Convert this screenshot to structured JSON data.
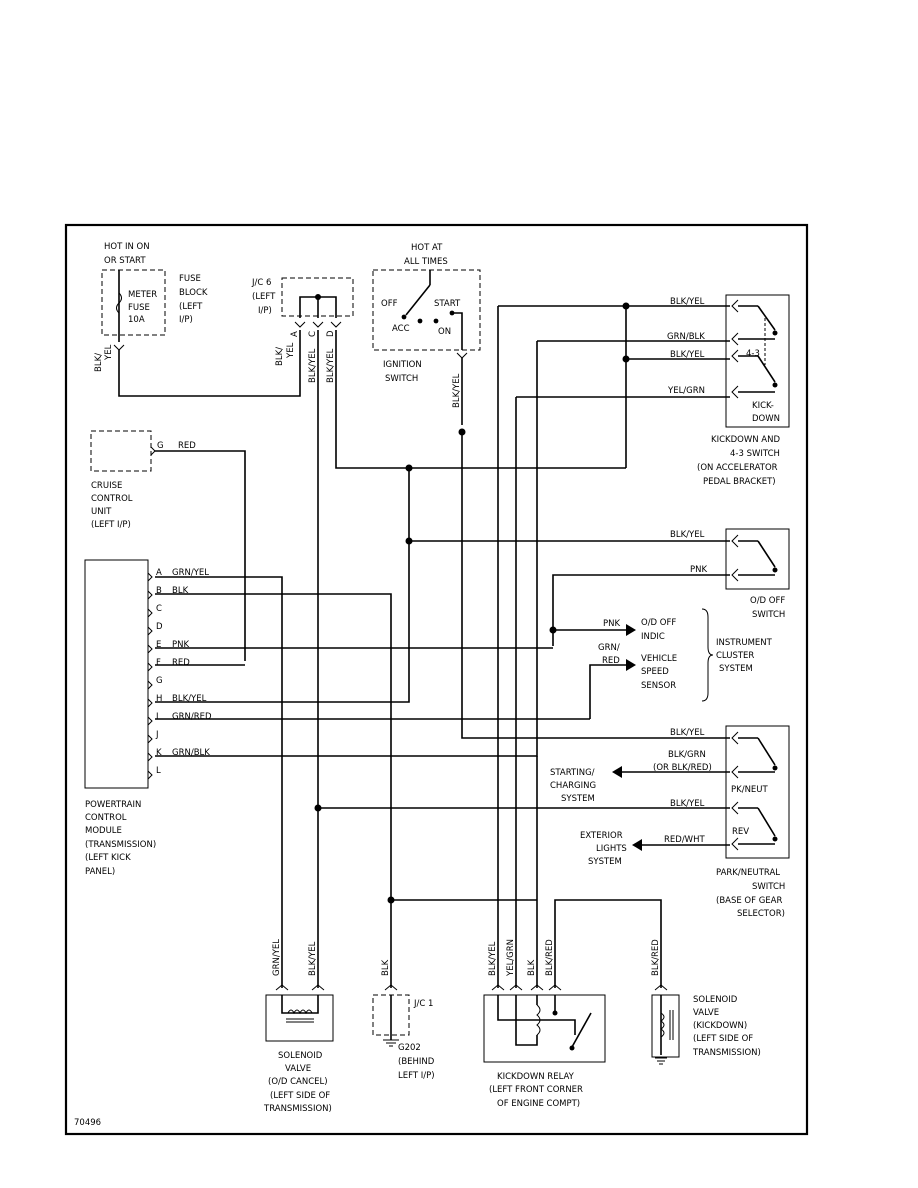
{
  "diagram_id": "70496",
  "labels": {
    "hot_in_on": "HOT IN ON",
    "or_start": "OR START",
    "meter": "METER",
    "fuse": "FUSE",
    "fuse_10a": "10A",
    "fuse_block_1": "FUSE",
    "fuse_block_2": "BLOCK",
    "fuse_block_3": "(LEFT",
    "fuse_block_4": "I/P)",
    "jc6_1": "J/C 6",
    "jc6_2": "(LEFT",
    "jc6_3": "I/P)",
    "pin_a": "A",
    "pin_c": "C",
    "pin_d": "D",
    "hot_at": "HOT AT",
    "all_times": "ALL TIMES",
    "off": "OFF",
    "start": "START",
    "acc": "ACC",
    "on": "ON",
    "ignition_1": "IGNITION",
    "ignition_2": "SWITCH",
    "kd_switch_1": "KICKDOWN AND",
    "kd_switch_2": "4-3 SWITCH",
    "kd_switch_3": "(ON ACCELERATOR",
    "kd_switch_4": "PEDAL BRACKET)",
    "four_three": "4-3",
    "kick": "KICK-",
    "down": "DOWN",
    "cruise_1": "CRUISE",
    "cruise_2": "CONTROL",
    "cruise_3": "UNIT",
    "cruise_4": "(LEFT I/P)",
    "cruise_pin_g": "G",
    "od_off_1": "O/D OFF",
    "od_off_2": "SWITCH",
    "od_indic_1": "O/D OFF",
    "od_indic_2": "INDIC",
    "vss_1": "VEHICLE",
    "vss_2": "SPEED",
    "vss_3": "SENSOR",
    "ic_1": "INSTRUMENT",
    "ic_2": "CLUSTER",
    "ic_3": "SYSTEM",
    "pcm_1": "POWERTRAIN",
    "pcm_2": "CONTROL",
    "pcm_3": "MODULE",
    "pcm_4": "(TRANSMISSION)",
    "pcm_5": "(LEFT KICK",
    "pcm_6": "PANEL)",
    "starting_1": "STARTING/",
    "starting_2": "CHARGING",
    "starting_3": "SYSTEM",
    "exterior_1": "EXTERIOR",
    "exterior_2": "LIGHTS",
    "exterior_3": "SYSTEM",
    "pk_neut": "PK/NEUT",
    "rev": "REV",
    "pn_switch_1": "PARK/NEUTRAL",
    "pn_switch_2": "SWITCH",
    "pn_switch_3": "(BASE OF GEAR",
    "pn_switch_4": "SELECTOR)",
    "sol_od_1": "SOLENOID",
    "sol_od_2": "VALVE",
    "sol_od_3": "(O/D CANCEL)",
    "sol_od_4": "(LEFT SIDE OF",
    "sol_od_5": "TRANSMISSION)",
    "jc1": "J/C 1",
    "g202_1": "G202",
    "g202_2": "(BEHIND",
    "g202_3": "LEFT I/P)",
    "kd_relay_1": "KICKDOWN RELAY",
    "kd_relay_2": "(LEFT FRONT CORNER",
    "kd_relay_3": "OF ENGINE COMPT)",
    "sol_kd_1": "SOLENOID",
    "sol_kd_2": "VALVE",
    "sol_kd_3": "(KICKDOWN)",
    "sol_kd_4": "(LEFT SIDE OF",
    "sol_kd_5": "TRANSMISSION)"
  },
  "wires": {
    "blk_yel": "BLK/YEL",
    "grn_blk": "GRN/BLK",
    "yel_grn": "YEL/GRN",
    "blk_slash": "BLK/",
    "yel": "YEL",
    "red": "RED",
    "pnk": "PNK",
    "grn_slash": "GRN/",
    "blk_grn": "BLK/GRN",
    "or_blk_red": "(OR BLK/RED)",
    "red_wht": "RED/WHT",
    "grn_yel": "GRN/YEL",
    "blk": "BLK",
    "blk_red": "BLK/RED",
    "grn_red": "GRN/RED"
  },
  "pcm_pins": [
    {
      "pin": "A",
      "wire": "GRN/YEL"
    },
    {
      "pin": "B",
      "wire": "BLK"
    },
    {
      "pin": "C",
      "wire": ""
    },
    {
      "pin": "D",
      "wire": ""
    },
    {
      "pin": "E",
      "wire": "PNK"
    },
    {
      "pin": "F",
      "wire": "RED"
    },
    {
      "pin": "G",
      "wire": ""
    },
    {
      "pin": "H",
      "wire": "BLK/YEL"
    },
    {
      "pin": "I",
      "wire": "GRN/RED"
    },
    {
      "pin": "J",
      "wire": ""
    },
    {
      "pin": "K",
      "wire": "GRN/BLK"
    },
    {
      "pin": "L",
      "wire": ""
    }
  ]
}
